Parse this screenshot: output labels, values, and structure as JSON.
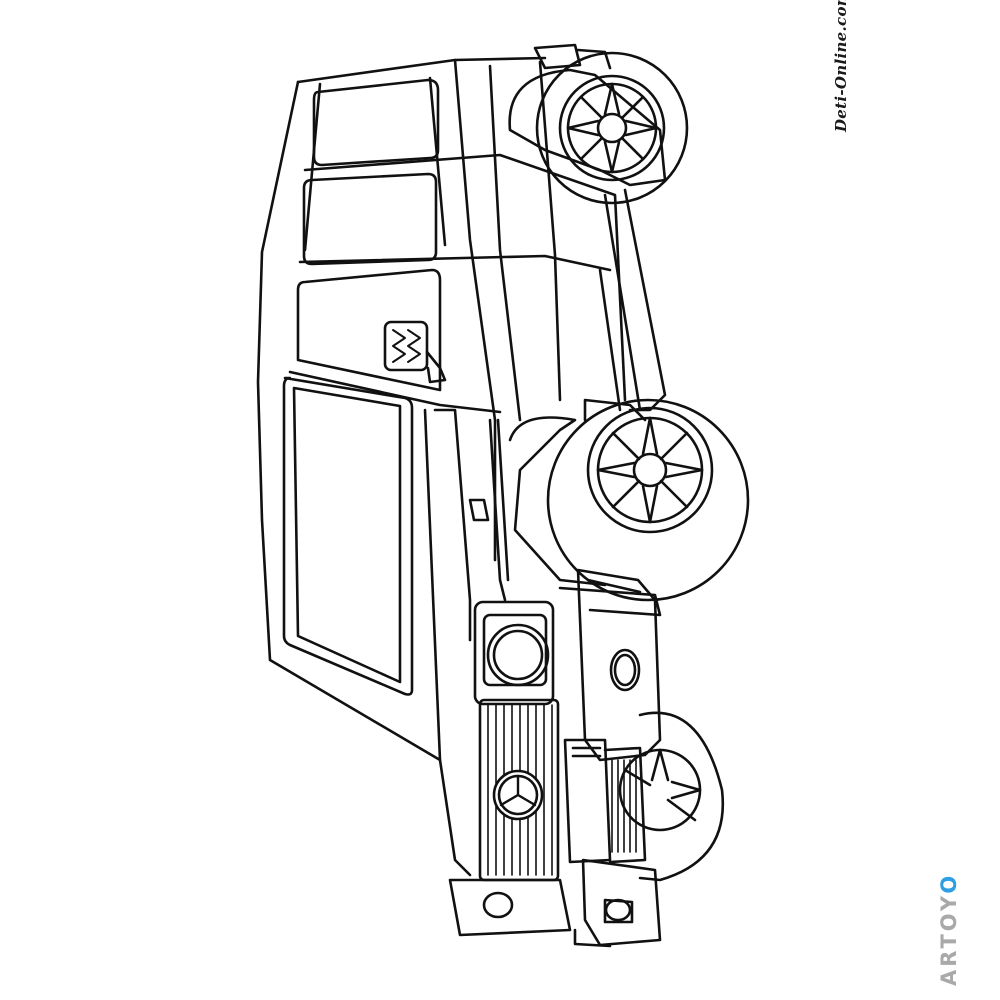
{
  "image": {
    "subject": "coloring page of a boxy off-road SUV drawn in black outline, rotated 90 degrees",
    "line_color": "#111111",
    "background_color": "#ffffff"
  },
  "watermarks": {
    "site": "Deti-Online.com",
    "brand_prefix": "ARTOY",
    "brand_suffix": "O",
    "brand_color": "#a9a9a9",
    "brand_accent_color": "#2f9ee3"
  }
}
